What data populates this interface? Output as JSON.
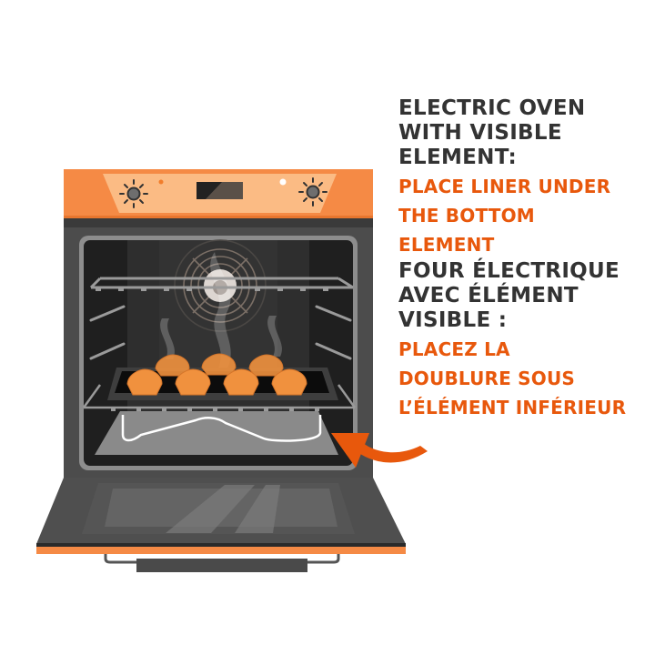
{
  "illustration": {
    "subject": "electric-oven-with-open-door",
    "colors": {
      "accent_orange": "#f58a45",
      "panel_light_orange": "#fbbb84",
      "arrow_orange": "#e8580c",
      "body_dark": "#4a4a4a",
      "cavity_dark": "#2a2a2a",
      "rack_gray": "#9a9a9a",
      "liner_gray": "#8a8a8a",
      "muffin_orange": "#f0913e"
    },
    "knobs": [
      "left-knob",
      "right-knob"
    ],
    "muffin_count": 7,
    "rack_count": 2
  },
  "instructions": {
    "english": {
      "heading": [
        "ELECTRIC OVEN",
        "WITH VISIBLE",
        "ELEMENT:"
      ],
      "instruction": [
        "PLACE LINER UNDER",
        "THE BOTTOM",
        "ELEMENT"
      ]
    },
    "french": {
      "heading": [
        "FOUR ÉLECTRIQUE",
        "AVEC ÉLÉMENT",
        "VISIBLE :"
      ],
      "instruction": [
        "PLACEZ LA",
        "DOUBLURE SOUS",
        "L’ÉLÉMENT INFÉRIEUR"
      ]
    }
  }
}
